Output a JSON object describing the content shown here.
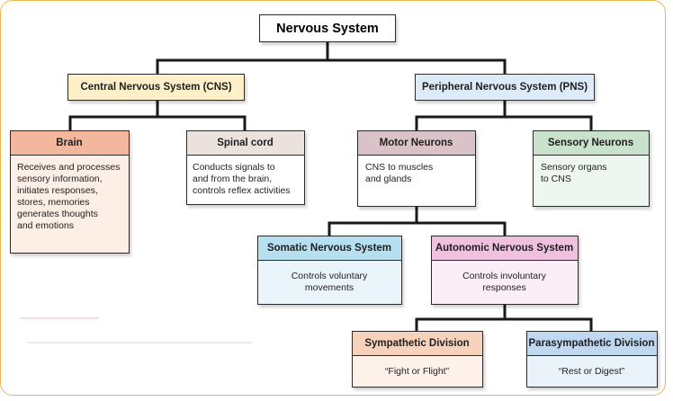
{
  "title": "Nervous System",
  "cns": {
    "label": "Central Nervous System (CNS)"
  },
  "pns": {
    "label": "Peripheral Nervous System (PNS)"
  },
  "brain": {
    "label": "Brain",
    "lines": [
      "Receives and processes",
      "sensory information,",
      "initiates responses,",
      "stores, memories",
      "generates thoughts",
      "and emotions"
    ]
  },
  "spinal_cord": {
    "label": "Spinal cord",
    "lines": [
      "Conducts signals to",
      "and from the brain,",
      "controls reflex activities"
    ]
  },
  "motor_neurons": {
    "label": "Motor Neurons",
    "lines": [
      "CNS to muscles",
      "and glands"
    ]
  },
  "sensory_neurons": {
    "label": "Sensory Neurons",
    "lines": [
      "Sensory organs",
      "to CNS"
    ]
  },
  "somatic": {
    "label": "Somatic Nervous System",
    "lines": [
      "Controls voluntary",
      "movements"
    ]
  },
  "autonomic": {
    "label": "Autonomic Nervous System",
    "lines": [
      "Controls involuntary",
      "responses"
    ]
  },
  "sympathetic": {
    "label": "Sympathetic Division",
    "quote": "“Fight or Flight”"
  },
  "parasympathetic": {
    "label": "Parasympathetic Division",
    "quote": "“Rest or Digest”"
  },
  "colors": {
    "frame": "#e8b84c",
    "cns_fill": "#fdf0c8",
    "pns_fill": "#dcebf7",
    "brain_header": "#f2b79d",
    "brain_body": "#fdeee6",
    "spinal_header": "#ebe1dd",
    "motor_header": "#d9c3c9",
    "sensory_header": "#c8e2cc",
    "sensory_body": "#eef7ef",
    "somatic_header": "#b6dff0",
    "somatic_body": "#e9f5fb",
    "autonomic_header": "#efc1df",
    "autonomic_body": "#fbeef6",
    "sympathetic_header": "#f6d2bd",
    "sympathetic_body": "#fdf1ea",
    "parasympathetic_header": "#bfd7ef",
    "parasympathetic_body": "#eaf2fa",
    "connector": "#1a1a1a"
  }
}
